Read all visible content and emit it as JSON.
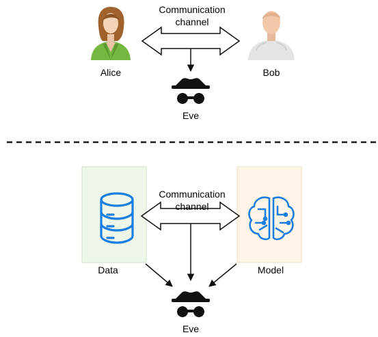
{
  "top": {
    "channel_line1": "Communication",
    "channel_line2": "channel",
    "left_party": "Alice",
    "right_party": "Bob",
    "eavesdropper": "Eve"
  },
  "bottom": {
    "channel_line1": "Communication",
    "channel_line2": "channel",
    "left_party": "Data",
    "right_party": "Model",
    "eavesdropper": "Eve"
  },
  "colors": {
    "data_box_fill": "#eef6ea",
    "data_box_stroke": "#cfe3c6",
    "model_box_fill": "#fdf3e6",
    "model_box_stroke": "#f0dcc0",
    "icon_blue": "#1a7fe0",
    "alice_jacket": "#74b842",
    "alice_hair": "#a0622d",
    "bob_shirt": "#e4e4e4",
    "divider": "#1a1a1a"
  },
  "icons": {
    "alice": "female-user-avatar-icon",
    "bob": "male-user-avatar-icon",
    "eve": "spy-incognito-icon",
    "data": "database-icon",
    "model": "brain-circuit-icon"
  }
}
